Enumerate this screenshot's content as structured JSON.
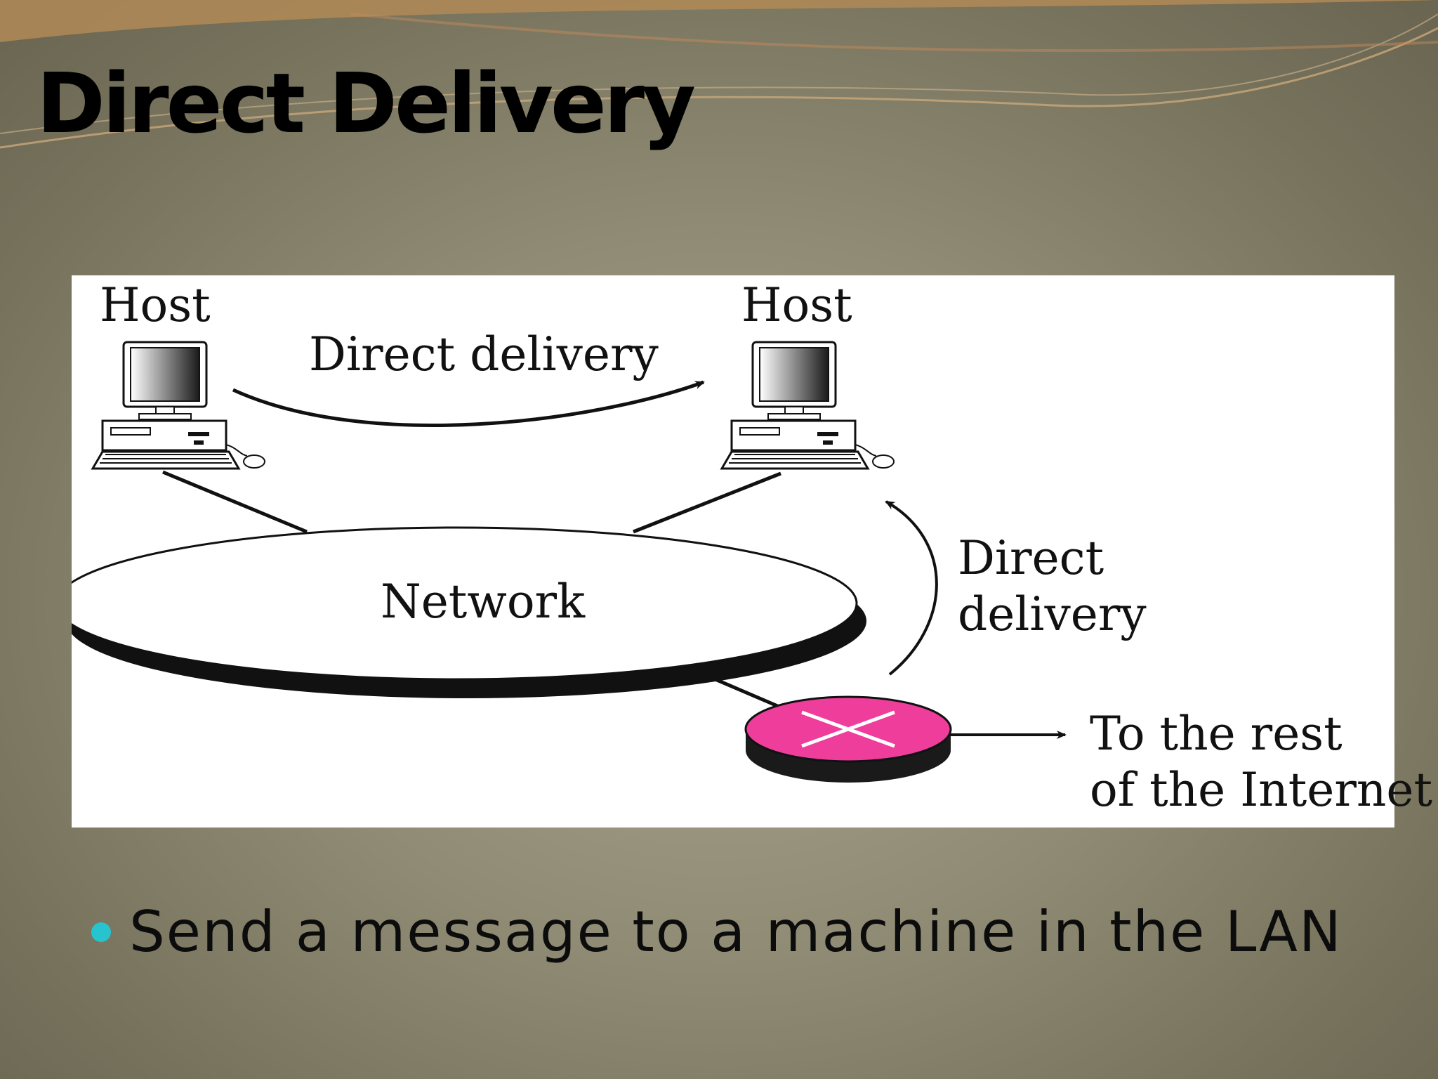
{
  "slide": {
    "title": "Direct Delivery",
    "bullets": [
      "Send a message to a machine in the LAN"
    ]
  },
  "diagram": {
    "labels": {
      "host_left": "Host",
      "host_right": "Host",
      "direct_delivery_top": "Direct delivery",
      "direct_delivery_right_line1": "Direct",
      "direct_delivery_right_line2": "delivery",
      "network": "Network",
      "rest_line1": "To the rest",
      "rest_line2": "of the Internet"
    },
    "icons": [
      "computer-icon",
      "computer-icon",
      "router-icon"
    ]
  },
  "colors": {
    "router": "#ee3d9b",
    "router_side": "#1a1a1a",
    "bullet": "#27c3cf",
    "panel": "#ffffff"
  }
}
